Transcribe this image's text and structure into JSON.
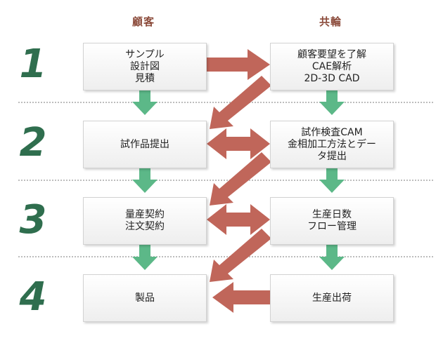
{
  "headers": {
    "customer": "顧客",
    "supplier": "共輪"
  },
  "steps": [
    "1",
    "2",
    "3",
    "4"
  ],
  "customer_boxes": [
    [
      "サンプル",
      "設計図",
      "見積"
    ],
    [
      "試作品提出"
    ],
    [
      "量産契約",
      "注文契約"
    ],
    [
      "製品"
    ]
  ],
  "supplier_boxes": [
    [
      "顧客要望を了解",
      "CAE解析",
      "2D-3D CAD"
    ],
    [
      "試作検査CAM",
      "金相加工方法とデー",
      "タ提出"
    ],
    [
      "生産日数",
      "フロー管理"
    ],
    [
      "生産出荷"
    ]
  ],
  "colors": {
    "arrow_red": "#c0665a",
    "arrow_green": "#5cb888",
    "step_number": "#2f6e4e",
    "header": "#8b4a3a"
  }
}
